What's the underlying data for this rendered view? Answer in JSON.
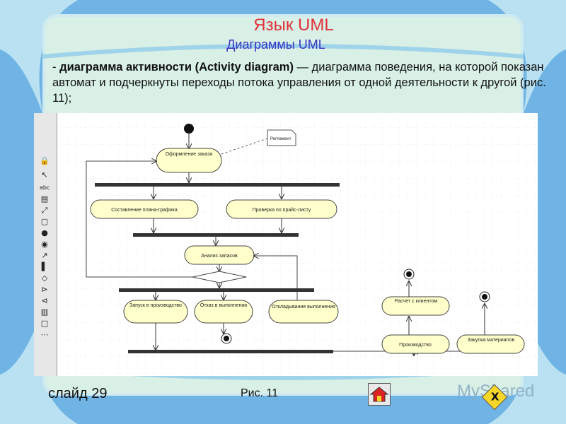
{
  "slide": {
    "title": "Язык  UML",
    "subtitle": "Диаграммы UML",
    "text_prefix": "- ",
    "text_bold": "диаграмма активности (Activity diagram)",
    "text_rest": " — диаграмма поведения, на которой показан автомат и подчеркнуты переходы потока управления от одной деятельности к другой (рис. 11);",
    "slide_number": "слайд 29",
    "figure_caption": "Рис. 11",
    "logo_text": "MyShared"
  },
  "diagram": {
    "note": "Регламент",
    "activities": {
      "order": "Оформление заказа",
      "plan": "Составление плана-графика",
      "price": "Проверка по прайс-листу",
      "analysis": "Анализ запасов",
      "launch": "Запуск в производство",
      "reject": "Отказ в выполнении",
      "postpone": "Откладывание выполнения",
      "calc": "Расчет с клиентом",
      "production": "Производство",
      "purchase": "Закупка материалов"
    }
  },
  "toolbar": {
    "icons": [
      "lock-icon",
      "pointer-icon",
      "text-icon",
      "note-icon",
      "anchor-icon",
      "state-icon",
      "initial-state-icon",
      "final-state-icon",
      "transition-icon",
      "sync-bar-icon",
      "decision-icon",
      "send-signal-icon",
      "receive-signal-icon",
      "swimlane-icon",
      "object-icon",
      "more-icon"
    ]
  },
  "colors": {
    "background": "#6fb4e4",
    "title": "#e0313b",
    "subtitle": "#3a34c4",
    "activity_fill": "#ffffcc"
  }
}
